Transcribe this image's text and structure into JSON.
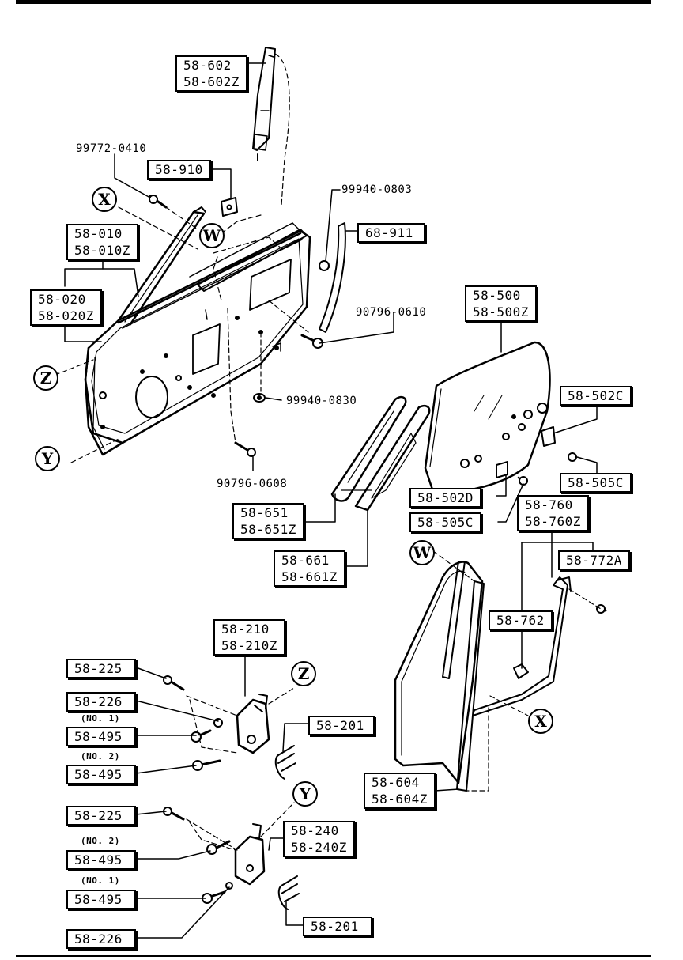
{
  "parts": {
    "p58602": [
      "58-602",
      "58-602Z"
    ],
    "p99772": "99772-0410",
    "p58910": "58-910",
    "p99940_0803": "99940-0803",
    "p68911": "68-911",
    "p58010": [
      "58-010",
      "58-010Z"
    ],
    "p58020": [
      "58-020",
      "58-020Z"
    ],
    "p90796_0610": "90796-0610",
    "p58500": [
      "58-500",
      "58-500Z"
    ],
    "p58502C": "58-502C",
    "p99940_0830": "99940-0830",
    "p58505C_a": "58-505C",
    "p90796_0608": "90796-0608",
    "p58502D": "58-502D",
    "p58505C_b": "58-505C",
    "p58651": [
      "58-651",
      "58-651Z"
    ],
    "p58760": [
      "58-760",
      "58-760Z"
    ],
    "p58661": [
      "58-661",
      "58-661Z"
    ],
    "p58772A": "58-772A",
    "p58210": [
      "58-210",
      "58-210Z"
    ],
    "p58762": "58-762",
    "p58225_a": "58-225",
    "p58226_a": "58-226",
    "p58201_a": "58-201",
    "p58495_a": "58-495",
    "p58495_b": "58-495",
    "p58604": [
      "58-604",
      "58-604Z"
    ],
    "p58225_b": "58-225",
    "p58240": [
      "58-240",
      "58-240Z"
    ],
    "p58495_c": "58-495",
    "p58495_d": "58-495",
    "p58201_b": "58-201",
    "p58226_b": "58-226"
  },
  "notes": {
    "no1": "(NO. 1)",
    "no2": "(NO. 2)"
  },
  "callouts": {
    "X": "X",
    "W": "W",
    "Z": "Z",
    "Y": "Y"
  }
}
